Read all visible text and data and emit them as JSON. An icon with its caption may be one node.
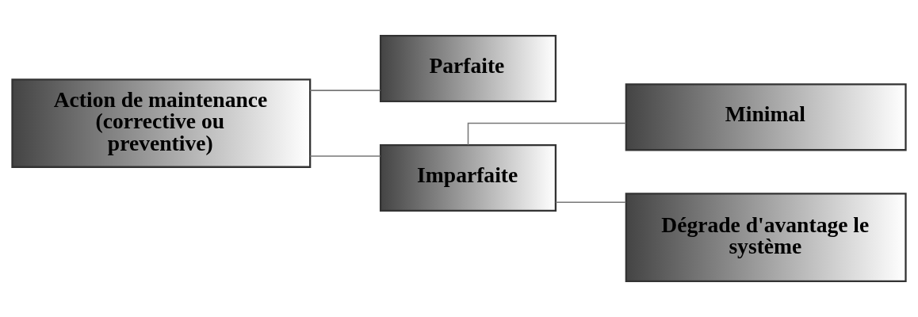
{
  "diagram": {
    "nodes": [
      {
        "text": [
          "Action de maintenance (corrective ou preventive)"
        ]
      },
      {
        "text": [
          "Parfaite"
        ]
      },
      {
        "text": [
          "Imparfaite"
        ]
      },
      {
        "text": [
          "Minimal"
        ]
      },
      {
        "text": [
          "Dégrade d'avantage le système"
        ]
      }
    ],
    "edges": [
      {
        "from": 0,
        "to": 1,
        "arrow": "none"
      },
      {
        "from": 0,
        "to": 2,
        "arrow": "none"
      },
      {
        "from": 2,
        "to": 3,
        "arrow": "none"
      },
      {
        "from": 2,
        "to": 4,
        "arrow": "none"
      }
    ]
  }
}
